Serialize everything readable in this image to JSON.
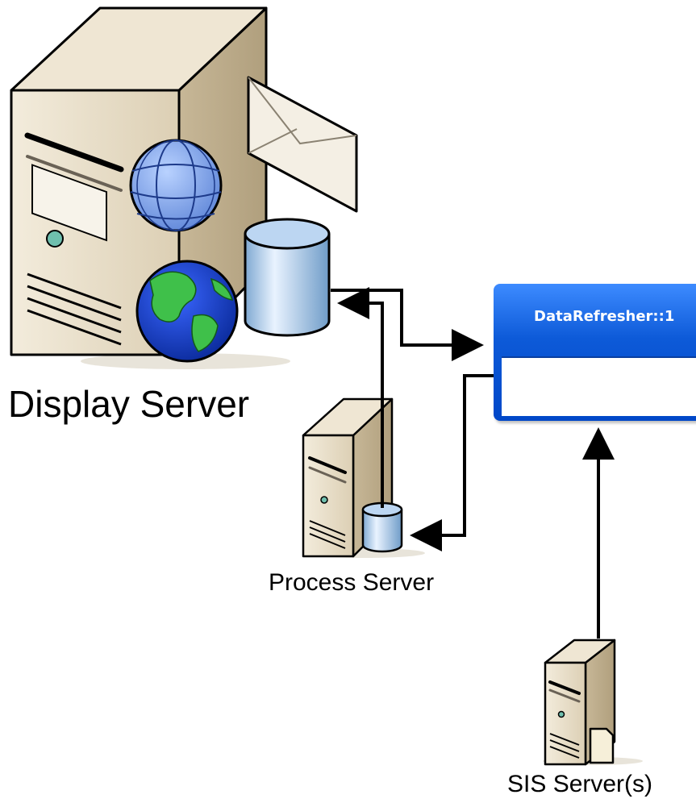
{
  "labels": {
    "display_server": "Display Server",
    "process_server": "Process Server",
    "sis_server": "SIS Server(s)"
  },
  "refresher": {
    "title": "DataRefresher::1"
  },
  "icons": {
    "display_server": "server-tower-icon",
    "globe_wire": "wireframe-globe-icon",
    "globe_earth": "earth-globe-icon",
    "envelope": "envelope-icon",
    "database": "database-cylinder-icon",
    "process_server": "server-tower-icon",
    "sis_server": "server-tower-icon"
  },
  "colors": {
    "window_blue": "#0d5ad8",
    "server_beige": "#e9dfc9",
    "arrow": "#000000"
  }
}
